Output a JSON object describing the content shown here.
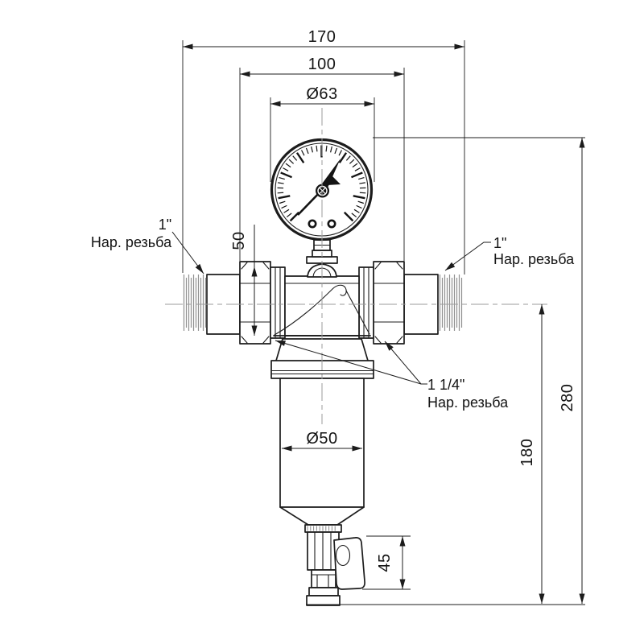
{
  "dims": {
    "overall_width": "170",
    "union_width": "100",
    "gauge_dia": "Ø63",
    "nut_height": "50",
    "bowl_dia": "Ø50",
    "drain_height": "45",
    "axis_to_bottom": "180",
    "overall_height": "280"
  },
  "labels": {
    "left_size": "1\"",
    "left_thread": "Нар. резьба",
    "right_size": "1\"",
    "right_thread": "Нар. резьба",
    "bowl_size": "1 1/4\"",
    "bowl_thread": "Нар. резьба"
  },
  "colors": {
    "background": "#ffffff",
    "line": "#1c1c1c",
    "thread_hatch": "#909090",
    "centerline": "#9b9b9b"
  }
}
